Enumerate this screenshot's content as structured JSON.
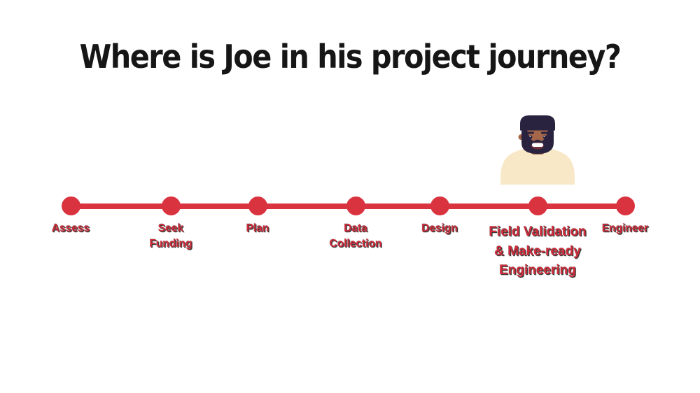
{
  "title": "Where is Joe in his project journey?",
  "colors": {
    "timeline_red": "#da3340",
    "label_red": "#d02b3a",
    "title_black": "#161616",
    "background": "#ffffff",
    "avatar_skin": "#a5674a",
    "avatar_hair": "#2a2340",
    "avatar_shirt": "#f9e8c8"
  },
  "timeline": {
    "current_step": "Field Validation & Make-ready Engineering",
    "steps": [
      {
        "id": "assess",
        "label": "Assess",
        "lines": [
          "Assess"
        ],
        "current": false
      },
      {
        "id": "seek-funding",
        "label": "Seek Funding",
        "lines": [
          "Seek",
          "Funding"
        ],
        "current": false
      },
      {
        "id": "plan",
        "label": "Plan",
        "lines": [
          "Plan"
        ],
        "current": false
      },
      {
        "id": "data-collection",
        "label": "Data Collection",
        "lines": [
          "Data",
          "Collection"
        ],
        "current": false
      },
      {
        "id": "design",
        "label": "Design",
        "lines": [
          "Design"
        ],
        "current": false
      },
      {
        "id": "field-validation",
        "label": "Field Validation & Make-ready Engineering",
        "lines": [
          "Field Validation",
          "& Make-ready",
          "Engineering"
        ],
        "current": true
      },
      {
        "id": "engineer",
        "label": "Engineer",
        "lines": [
          "Engineer"
        ],
        "current": false
      }
    ]
  },
  "avatar": {
    "icon": "joe-avatar"
  }
}
